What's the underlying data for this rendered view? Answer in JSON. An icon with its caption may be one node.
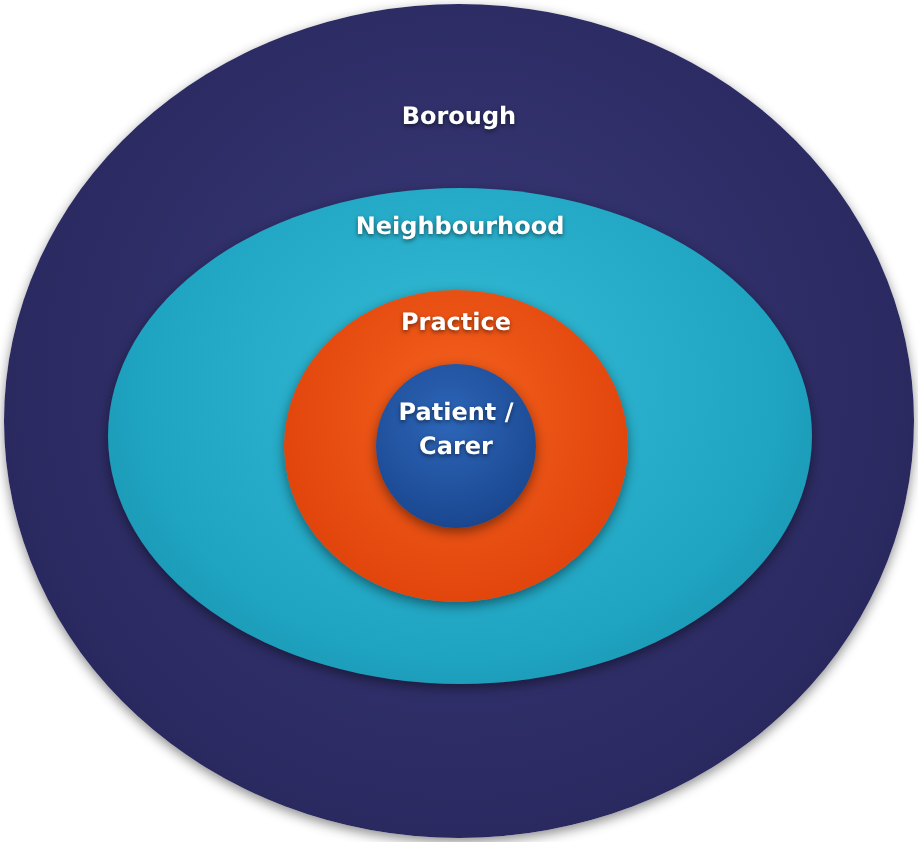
{
  "diagram": {
    "nodes": [
      {
        "text": [
          "Borough"
        ]
      },
      {
        "text": [
          "Neighbourhood"
        ],
        "in": 0
      },
      {
        "text": [
          "Practice"
        ],
        "in": 1
      },
      {
        "text": [
          "Patient / Carer"
        ],
        "in": 2
      }
    ]
  }
}
